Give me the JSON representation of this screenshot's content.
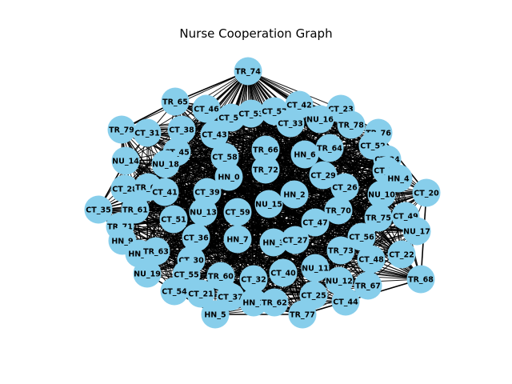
{
  "graph": {
    "title": "Nurse Cooperation Graph",
    "node_color": "#87CEEB",
    "edge_color": "#000000",
    "label_color": "#000000",
    "nodes": [
      "TR_74",
      "TR_65",
      "CT_46",
      "CT_50",
      "CT_53",
      "CT_57",
      "CT_42",
      "CT_23",
      "TR_79",
      "CT_31",
      "CT_38",
      "CT_43",
      "CT_33",
      "NU_16",
      "TR_78",
      "TR_76",
      "CT_52",
      "CT_45",
      "NU_14",
      "NU_18",
      "CT_58",
      "TR_66",
      "HN_6",
      "TR_64",
      "CT_24",
      "CT_34",
      "HN_4",
      "HN_0",
      "TR_72",
      "CT_29",
      "CT_28",
      "TR_69",
      "CT_41",
      "CT_39",
      "HN_2",
      "CT_26",
      "NU_10",
      "CT_20",
      "CT_35",
      "TR_61",
      "NU_13",
      "CT_59",
      "NU_15",
      "TR_70",
      "CT_47",
      "TR_75",
      "CT_49",
      "CT_51",
      "TR_71",
      "NU_17",
      "HN_9",
      "CT_36",
      "HN_7",
      "HN_3",
      "CT_27",
      "CT_56",
      "HN_8",
      "TR_63",
      "TR_73",
      "CT_22",
      "CT_48",
      "CT_30",
      "NU_11",
      "CT_40",
      "TR_68",
      "NU_19",
      "CT_55",
      "TR_60",
      "CT_32",
      "NU_12",
      "TR_67",
      "CT_54",
      "CT_21",
      "CT_37",
      "CT_25",
      "CT_44",
      "HN_1",
      "TR_62",
      "HN_5",
      "TR_77"
    ]
  }
}
